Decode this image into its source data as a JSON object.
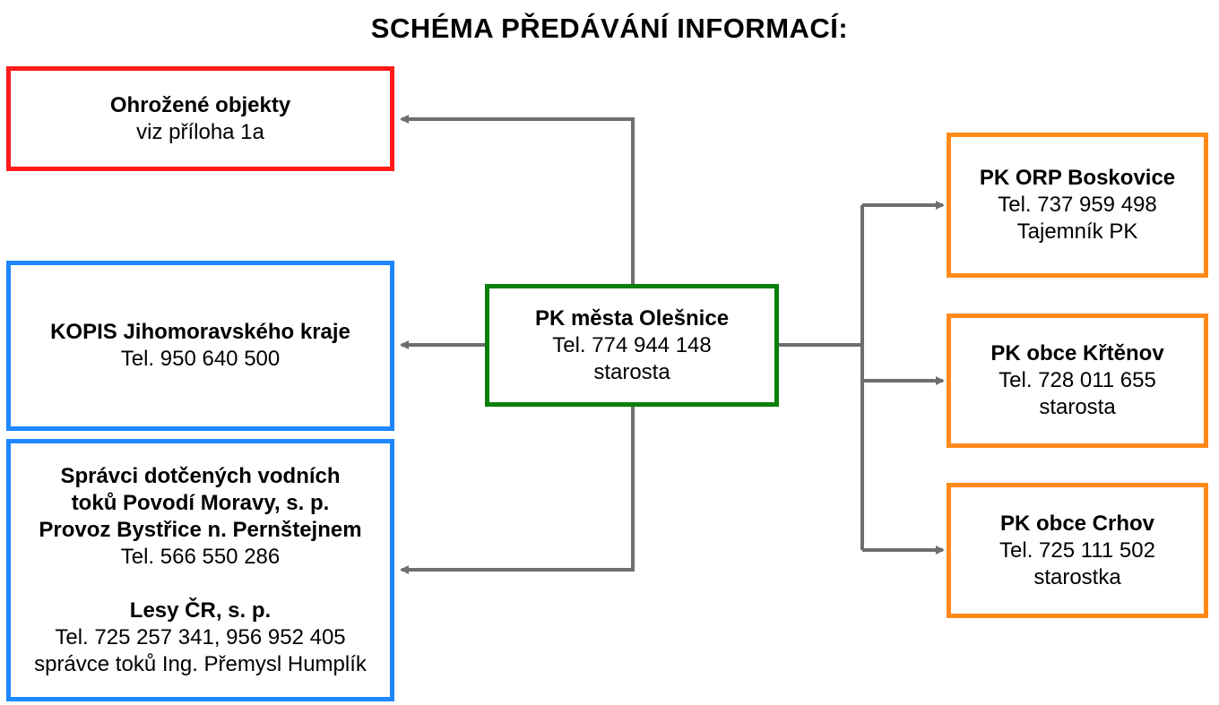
{
  "title": "SCHÉMA PŘEDÁVÁNÍ INFORMACÍ:",
  "colors": {
    "red": "#ff1a1a",
    "blue": "#1e88ff",
    "green": "#0a7f0a",
    "orange": "#ff8a1a",
    "connector": "#6e6e6e"
  },
  "center": {
    "name": "PK města Olešnice",
    "phone": "Tel. 774 944 148",
    "role": "starosta"
  },
  "left": {
    "ohrozene": {
      "name": "Ohrožené objekty",
      "note": "viz příloha 1a"
    },
    "kopis": {
      "name": "KOPIS Jihomoravského kraje",
      "phone": "Tel. 950 640 500"
    },
    "spravci": {
      "name_line1": "Správci dotčených vodních",
      "name_line2": "toků Povodí Moravy, s. p.",
      "name_line3": "Provoz Bystřice n. Pernštejnem",
      "phone": "Tel. 566 550 286",
      "lesy_name": "Lesy ČR, s. p.",
      "lesy_phone": "Tel. 725 257 341, 956 952 405",
      "lesy_note": "správce toků Ing. Přemysl Humplík"
    }
  },
  "right": {
    "boskovice": {
      "name": "PK ORP Boskovice",
      "phone": "Tel. 737 959 498",
      "role": "Tajemník PK"
    },
    "krtenov": {
      "name": "PK obce Křtěnov",
      "phone": "Tel. 728 011 655",
      "role": "starosta"
    },
    "crhov": {
      "name": "PK obce Crhov",
      "phone": "Tel. 725 111 502",
      "role": "starostka"
    }
  }
}
